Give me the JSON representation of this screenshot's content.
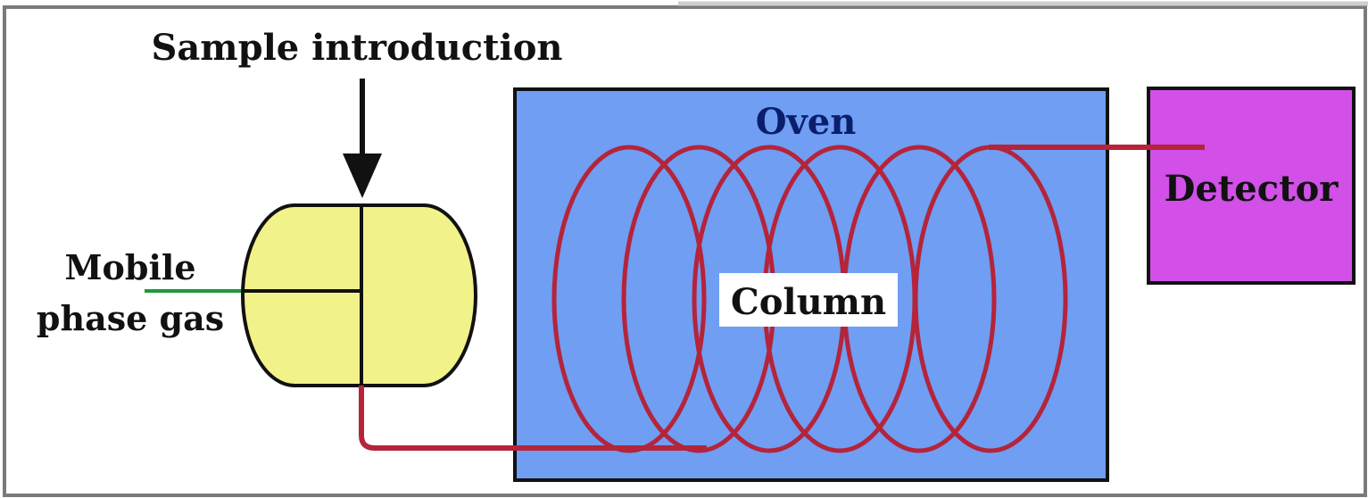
{
  "labels": {
    "sample_introduction": "Sample introduction",
    "oven": "Oven",
    "detector": "Detector",
    "mobile_line1": "Mobile",
    "mobile_line2": "phase gas",
    "column": "Column"
  },
  "colors": {
    "background": "#ffffff",
    "frame": "#7a7a7a",
    "oven_fill": "#6f9ef3",
    "oven_label": "#0b1e6b",
    "detector_fill": "#d24fe8",
    "injector_fill": "#f2f28a",
    "column_line": "#b5243a",
    "gas_line": "#1e9a3a",
    "outline": "#111111",
    "text": "#111111"
  }
}
